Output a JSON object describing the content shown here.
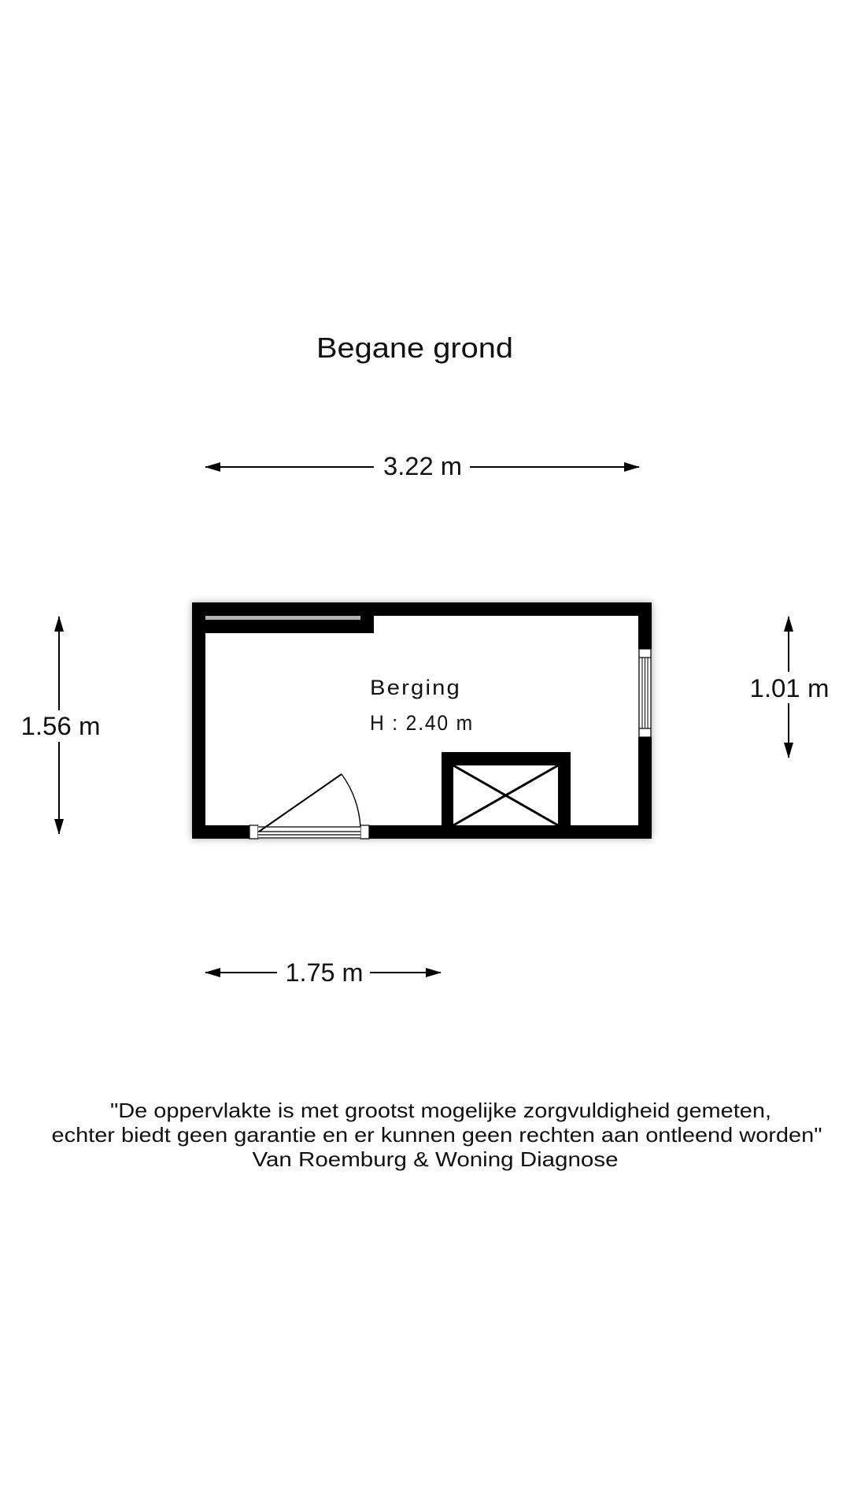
{
  "floor": {
    "title": "Begane grond"
  },
  "room": {
    "name": "Berging",
    "height_label": "H : 2.40 m"
  },
  "dimensions": {
    "width_total": "3.22 m",
    "width_partial": "1.75 m",
    "depth_left": "1.56 m",
    "depth_right": "1.01 m"
  },
  "disclaimer": {
    "line1": "\"De oppervlakte is met grootst mogelijke zorgvuldigheid gemeten,",
    "line2": "echter biedt geen garantie en er kunnen geen rechten aan ontleend worden\"",
    "line3": "Van Roemburg & Woning Diagnose"
  },
  "colors": {
    "wall": "#000000",
    "background": "#ffffff",
    "cabinet_strip": "#b3b3b3"
  }
}
